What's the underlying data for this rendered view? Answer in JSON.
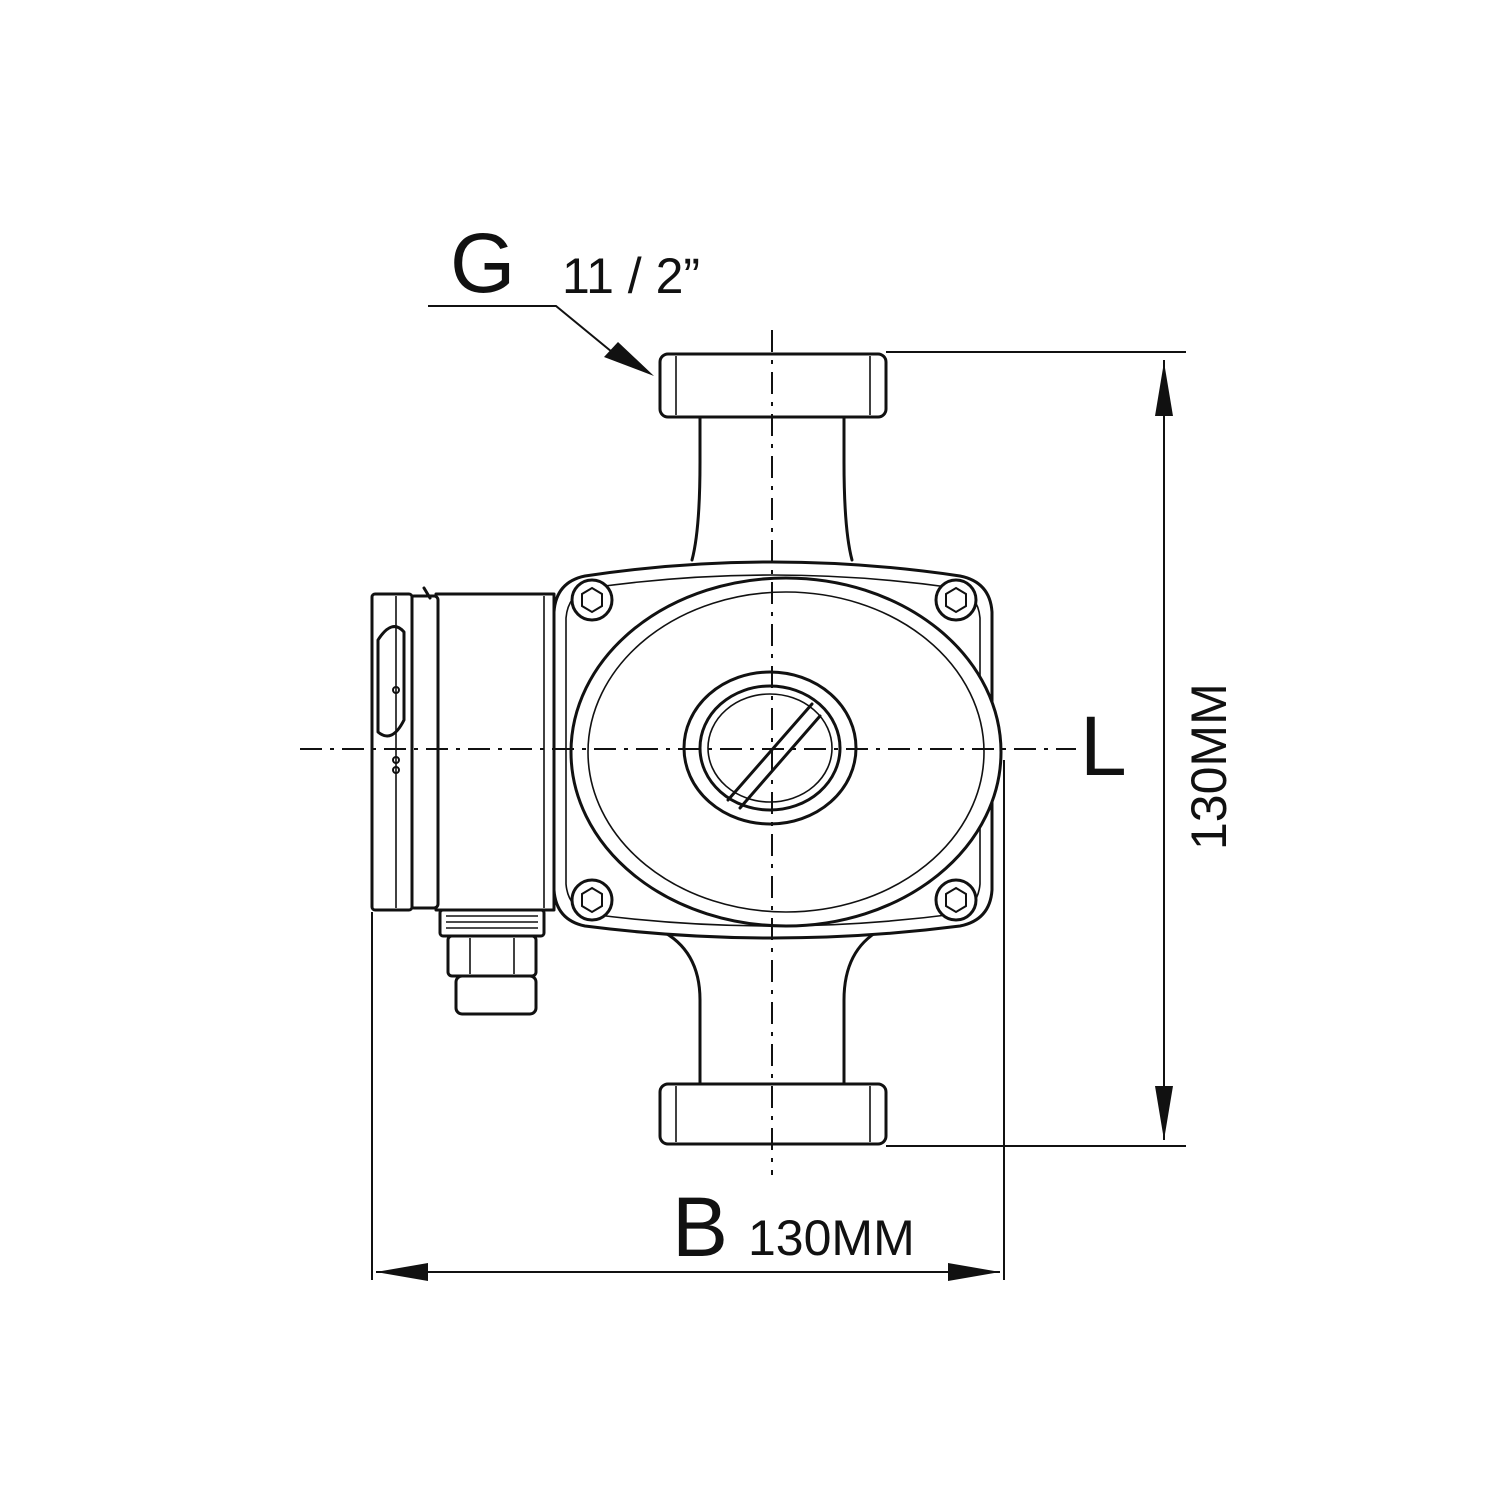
{
  "thread": {
    "letter": "G",
    "size": "11 / 2”"
  },
  "length": {
    "letter": "L",
    "value": "130MM"
  },
  "width": {
    "letter": "B",
    "value": "130MM"
  },
  "colors": {
    "ink": "#111111",
    "paper": "#ffffff"
  },
  "icons": [
    "bolt-hex-icon",
    "cable-gland-icon",
    "terminal-box-icon"
  ]
}
